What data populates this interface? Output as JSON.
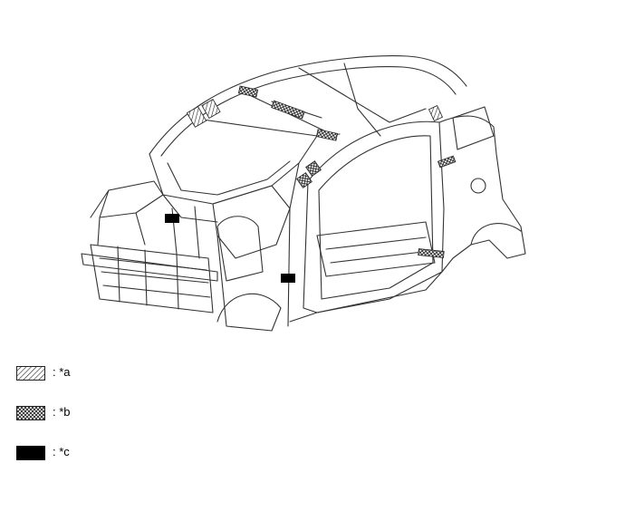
{
  "legend": {
    "items": [
      {
        "key": "a",
        "label": ": *a",
        "pattern": "diagonal-hatch"
      },
      {
        "key": "b",
        "label": ": *b",
        "pattern": "crosshatch"
      },
      {
        "key": "c",
        "label": ": *c",
        "pattern": "solid-black"
      }
    ]
  },
  "colors": {
    "line": "#333333",
    "fill_c": "#000000",
    "background": "#ffffff"
  }
}
